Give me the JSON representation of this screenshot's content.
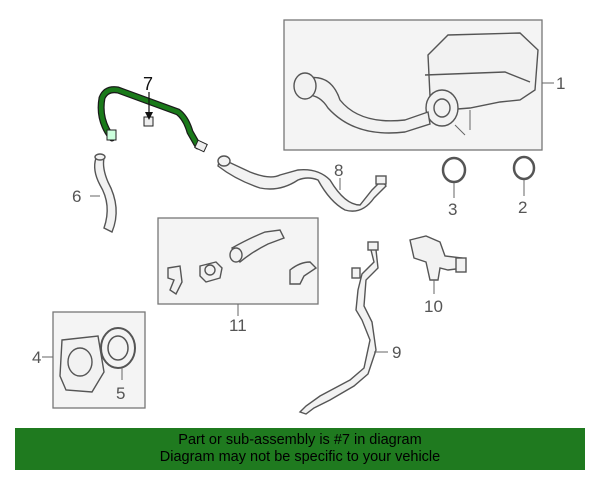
{
  "diagram": {
    "callouts": {
      "c1": "1",
      "c2": "2",
      "c3": "3",
      "c4": "4",
      "c5": "5",
      "c6": "6",
      "c7": "7",
      "c8": "8",
      "c9": "9",
      "c10": "10",
      "c11": "11"
    },
    "highlight_part": "7",
    "colors": {
      "highlight": "#1a7a1a",
      "banner": "#1f7a1f",
      "outline": "#555555"
    }
  },
  "banner": {
    "line1": "Part or sub-assembly is #7 in diagram",
    "line2": "Diagram may not be specific to your vehicle"
  }
}
